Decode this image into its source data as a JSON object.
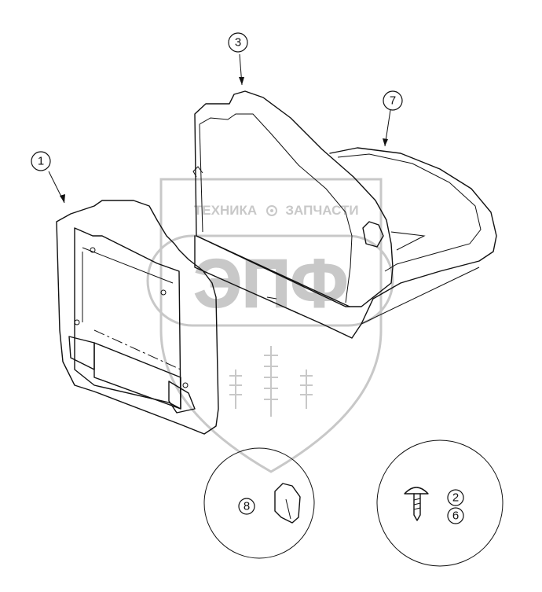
{
  "watermark": {
    "top_left": "ТЕХНИКА",
    "top_right": "ЗАПЧАСТИ",
    "logo": "ЭПФ",
    "gear_icon": "gear-icon"
  },
  "callouts": {
    "c1": "1",
    "c2": "2",
    "c3": "3",
    "c6": "6",
    "c7": "7",
    "c8": "8"
  },
  "parts": {
    "part_1": "back-cushion-cover",
    "part_3": "seat-back",
    "part_7": "seat-pan",
    "part_8": "clip",
    "part_2_6": "screw"
  }
}
